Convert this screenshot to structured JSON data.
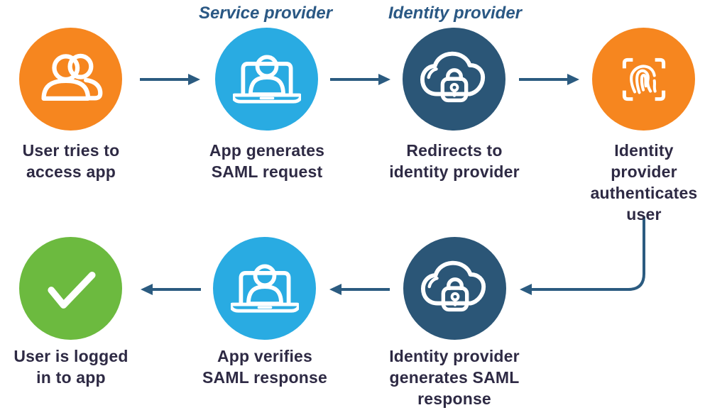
{
  "diagram": {
    "titles": {
      "service_provider": "Service provider",
      "identity_provider": "Identity provider"
    },
    "steps": [
      {
        "id": "user-access",
        "icon": "users-icon",
        "color": "#F6861F",
        "label": [
          "User tries to",
          "access app"
        ]
      },
      {
        "id": "saml-request",
        "icon": "laptop-user-icon",
        "color": "#29ABE2",
        "label": [
          "App generates",
          "SAML request"
        ]
      },
      {
        "id": "redirect",
        "icon": "cloud-lock-icon",
        "color": "#2B5677",
        "label": [
          "Redirects to",
          "identity provider"
        ]
      },
      {
        "id": "authenticate",
        "icon": "fingerprint-scan-icon",
        "color": "#F6861F",
        "label": [
          "Identity provider",
          "authenticates",
          "user"
        ]
      },
      {
        "id": "saml-response",
        "icon": "cloud-lock-icon",
        "color": "#2B5677",
        "label": [
          "Identity provider",
          "generates SAML",
          "response"
        ]
      },
      {
        "id": "verify",
        "icon": "laptop-user-icon",
        "color": "#29ABE2",
        "label": [
          "App verifies",
          "SAML response"
        ]
      },
      {
        "id": "logged-in",
        "icon": "check-icon",
        "color": "#6CBA3F",
        "label": [
          "User is logged",
          "in to app"
        ]
      }
    ],
    "colors": {
      "orange": "#F6861F",
      "blue": "#29ABE2",
      "navy": "#2B5677",
      "green": "#6CBA3F",
      "connector": "#2B5B80",
      "title": "#2A5884",
      "label": "#2E2A44"
    }
  }
}
